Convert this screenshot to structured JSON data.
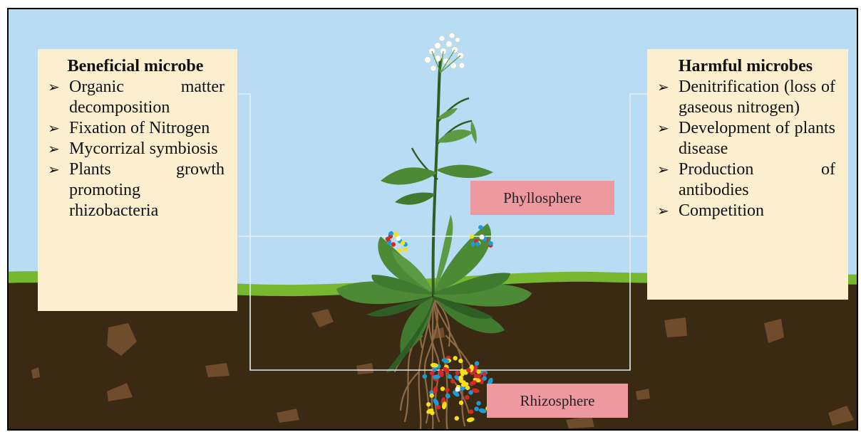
{
  "beneficial": {
    "title": "Beneficial microbe",
    "items": [
      "Organic matter decomposition",
      "Fixation of Nitrogen",
      "Mycorrizal symbiosis",
      "Plants growth promoting rhizobacteria"
    ]
  },
  "harmful": {
    "title": "Harmful microbes",
    "items": [
      "Denitrification (loss of gaseous nitrogen)",
      "Development of plants disease",
      "Production of antibodies",
      "Competition"
    ]
  },
  "labels": {
    "phyllosphere": "Phyllosphere",
    "rhizosphere": "Rhizosphere"
  },
  "colors": {
    "sky": "#b7dcf3",
    "grass": "#77b62f",
    "soil": "#3a2a14",
    "soil_rock": "#6e4c2c",
    "leaf": "#4d8a36",
    "leaf_dark": "#2f5e24",
    "root": "#8d6a44",
    "box_fill": "#fcefd0",
    "tag_fill": "#ee98a0",
    "connector": "#e8eef2",
    "microbe_red": "#d62828",
    "microbe_yellow": "#f7e01a",
    "microbe_blue": "#1e9bd7",
    "microbe_white": "#ffffff"
  }
}
